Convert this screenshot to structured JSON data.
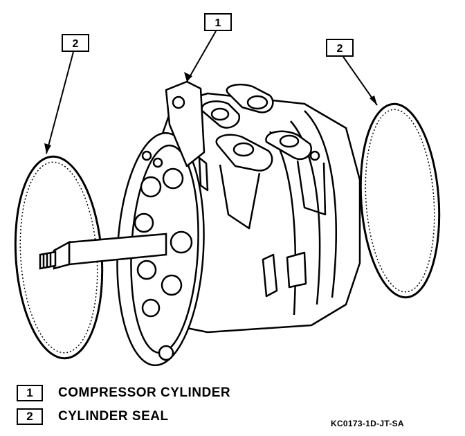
{
  "callouts": {
    "top": "1",
    "left": "2",
    "right": "2"
  },
  "legend": [
    {
      "number": "1",
      "label": "COMPRESSOR CYLINDER"
    },
    {
      "number": "2",
      "label": "CYLINDER SEAL"
    }
  ],
  "reference_code": "KC0173-1D-JT-SA"
}
